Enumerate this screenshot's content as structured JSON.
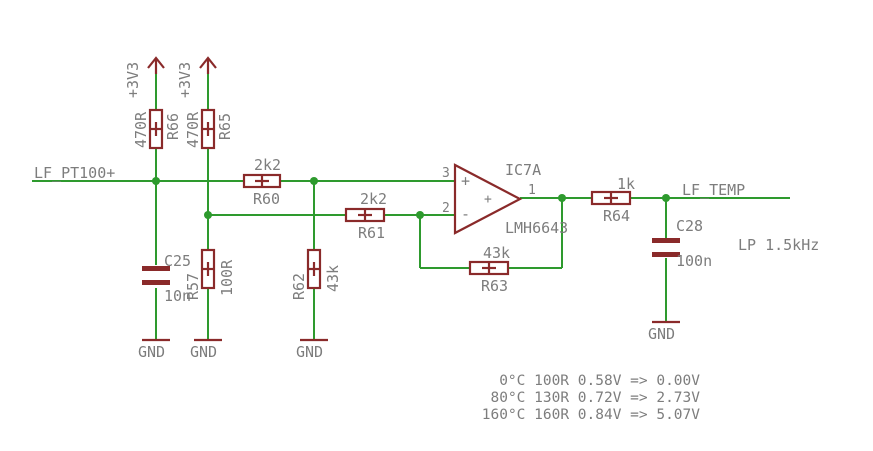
{
  "nets": {
    "input": "LF_PT100+",
    "output": "LF_TEMP",
    "supply": "+3V3",
    "ground": "GND"
  },
  "components": {
    "R66": {
      "name": "R66",
      "value": "470R"
    },
    "R65": {
      "name": "R65",
      "value": "470R"
    },
    "R60": {
      "name": "R60",
      "value": "2k2"
    },
    "R61": {
      "name": "R61",
      "value": "2k2"
    },
    "R62": {
      "name": "R62",
      "value": "43k"
    },
    "R57": {
      "name": "R57",
      "value": "100R"
    },
    "R63": {
      "name": "R63",
      "value": "43k"
    },
    "R64": {
      "name": "R64",
      "value": "1k"
    },
    "C25": {
      "name": "C25",
      "value": "10n"
    },
    "C28": {
      "name": "C28",
      "value": "100n"
    },
    "IC7A": {
      "name": "IC7A",
      "value": "LMH6643"
    }
  },
  "pins": {
    "in_plus": "3",
    "in_minus": "2",
    "out": "1",
    "plus_sign": "+",
    "minus_sign": "-"
  },
  "annotations": {
    "lowpass": "LP 1.5kHz",
    "table": [
      "0°C 100R 0.58V => 0.00V",
      "80°C 130R 0.72V => 2.73V",
      "160°C 160R 0.84V => 5.07V"
    ]
  },
  "colors": {
    "wire": "#2e9a2e",
    "component": "#8a2a2a",
    "text": "#7d7d7d"
  }
}
